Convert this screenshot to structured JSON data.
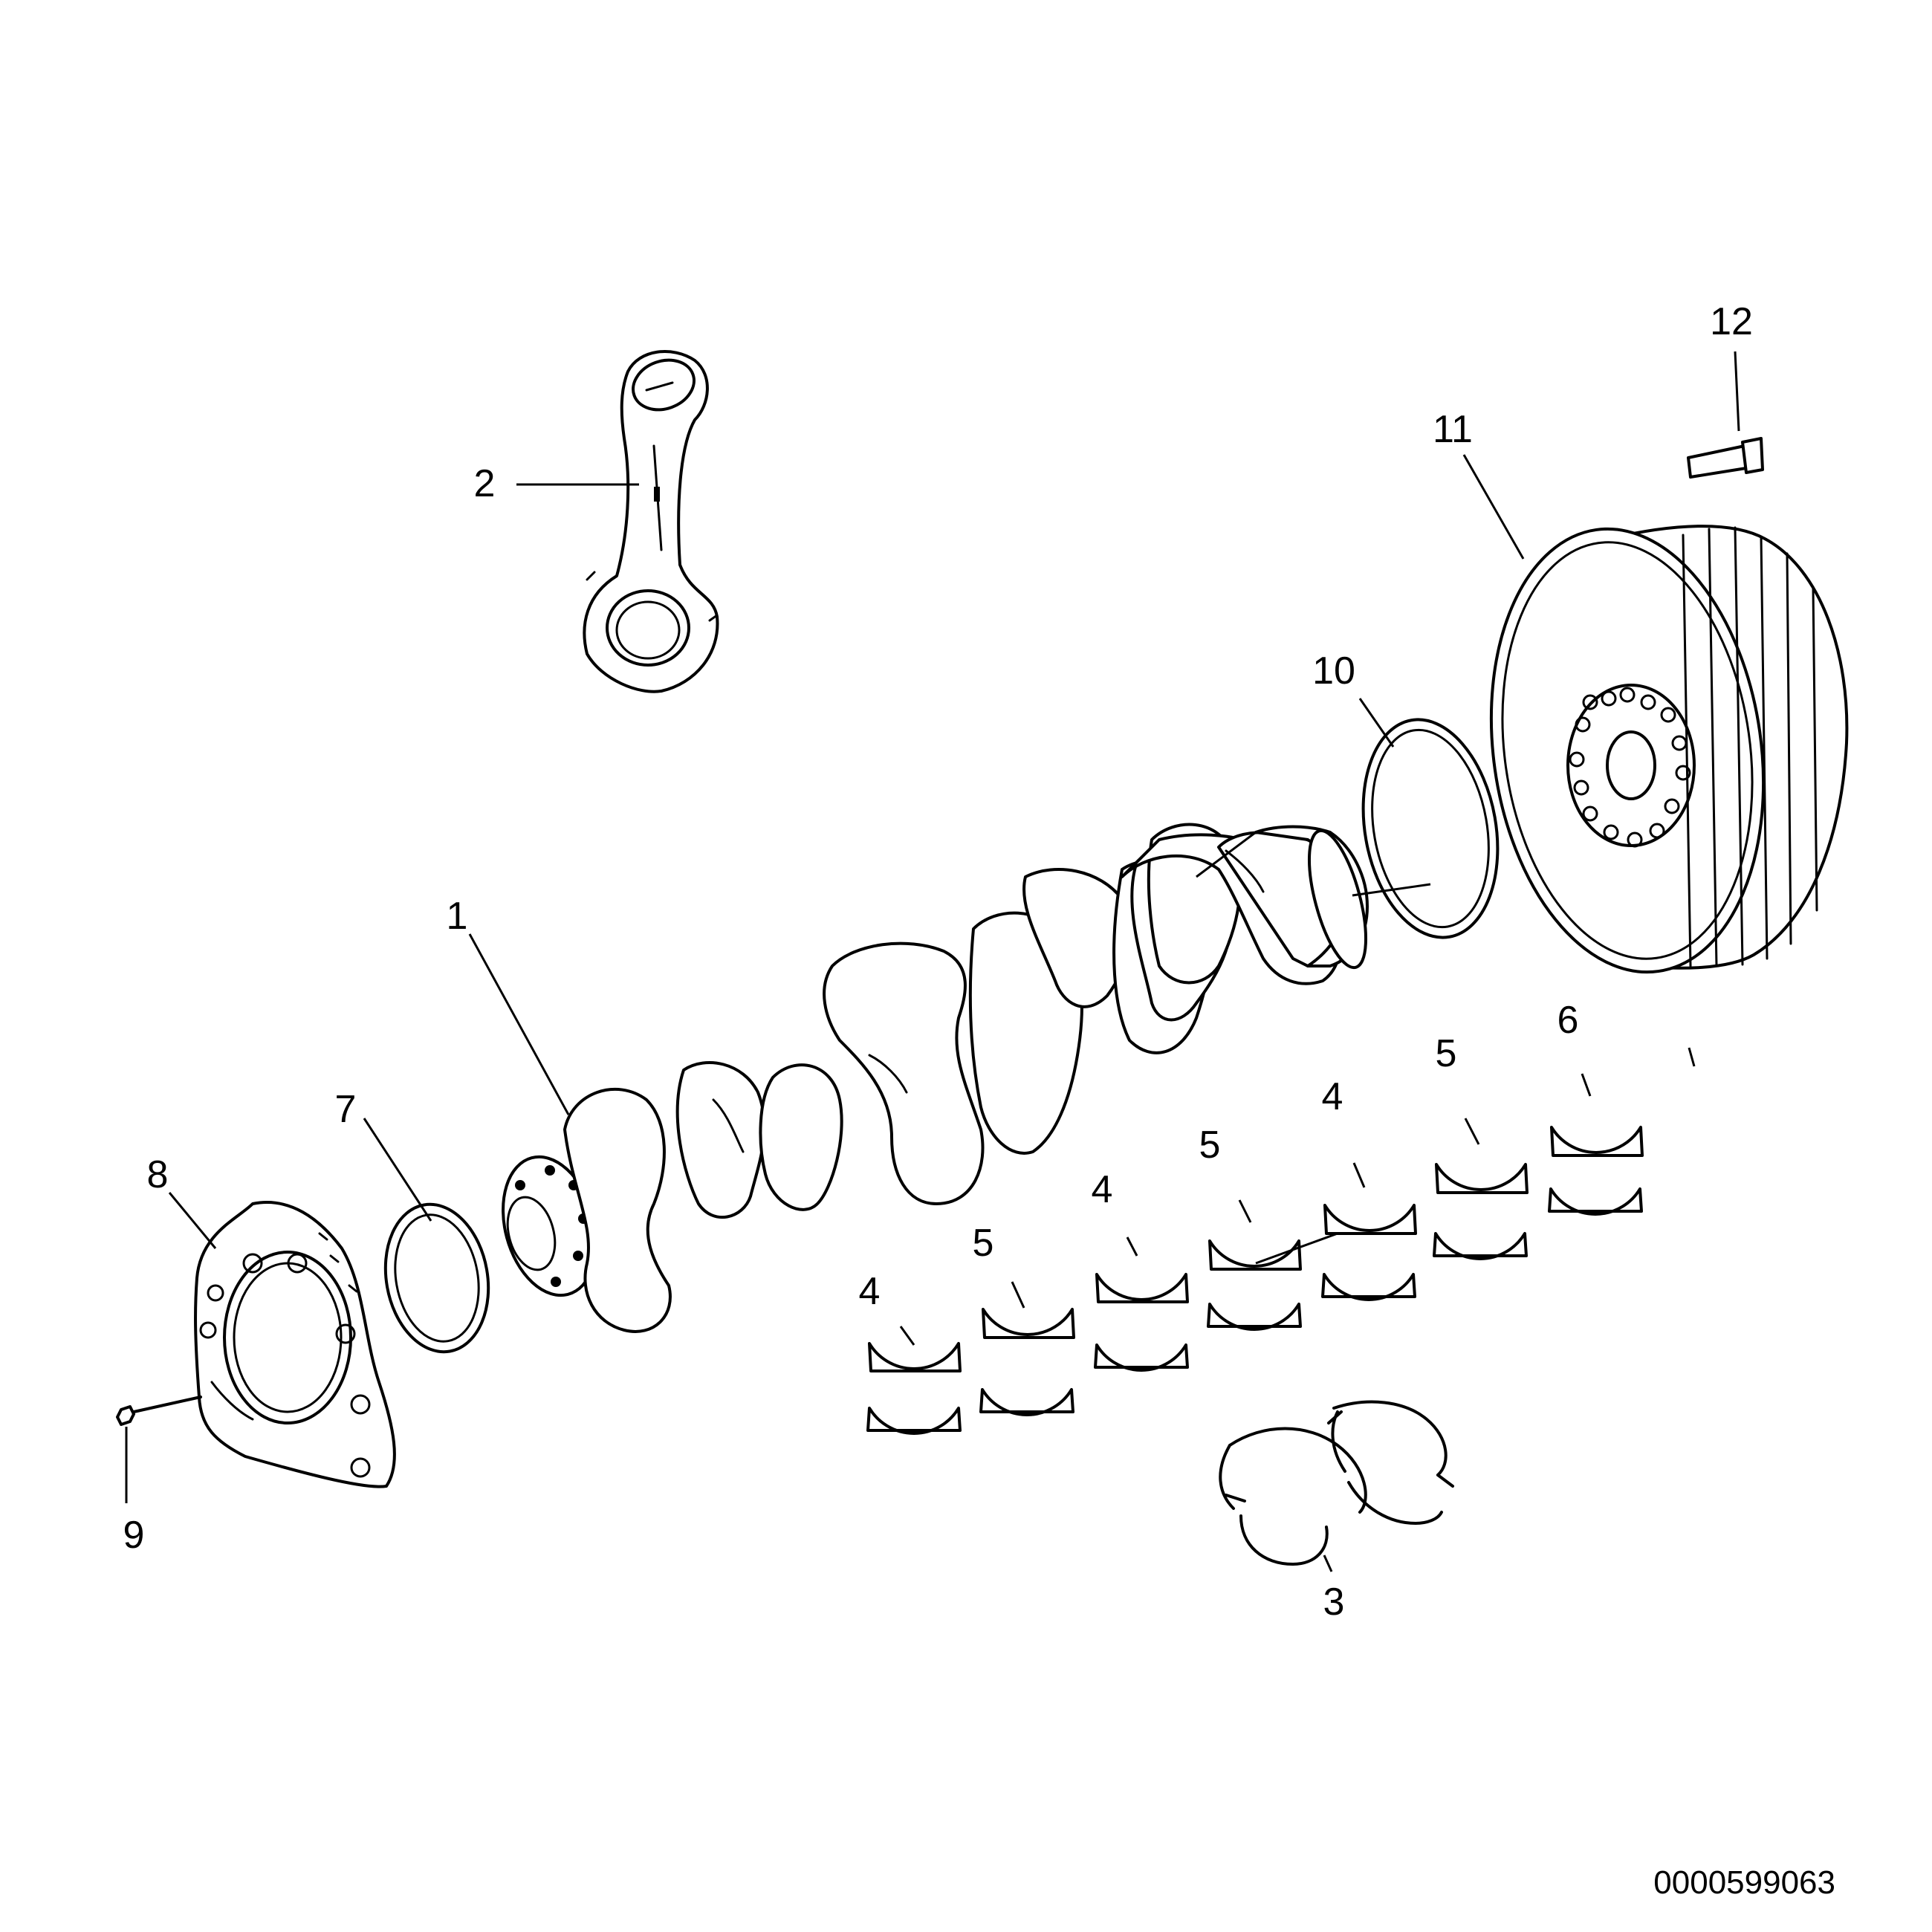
{
  "diagram": {
    "callouts": [
      "1",
      "2",
      "3",
      "4",
      "4",
      "4",
      "4",
      "5",
      "5",
      "5",
      "5",
      "6",
      "7",
      "8",
      "9",
      "10",
      "11",
      "12"
    ],
    "document_id": "0000599063"
  }
}
